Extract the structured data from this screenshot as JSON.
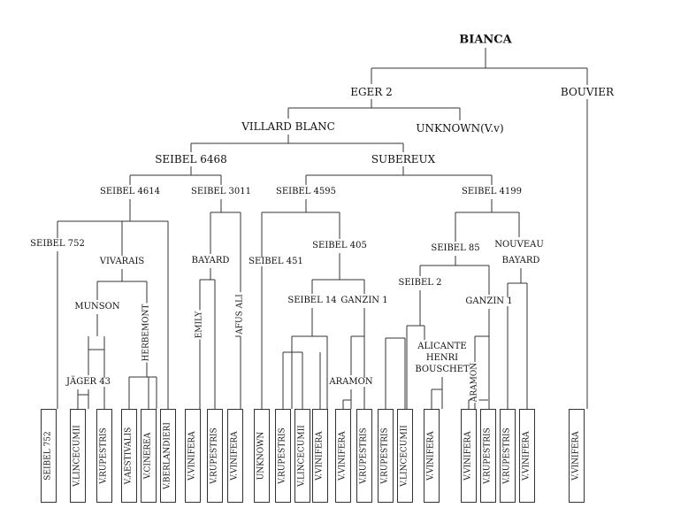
{
  "nodes": {
    "bianca": "BIANCA",
    "eger2": "EGER 2",
    "bouvier": "BOUVIER",
    "villard_blanc": "VILLARD BLANC",
    "unknown_vv": "UNKNOWN(V.v)",
    "seibel6468": "SEIBEL 6468",
    "subereux": "SUBEREUX",
    "seibel4614": "SEIBEL 4614",
    "seibel3011": "SEIBEL 3011",
    "seibel4595": "SEIBEL 4595",
    "seibel4199": "SEIBEL 4199",
    "seibel752": "SEIBEL 752",
    "vivarais": "VIVARAIS",
    "bayard": "BAYARD",
    "seibel451": "SEIBEL 451",
    "seibel405": "SEIBEL 405",
    "seibel85": "SEIBEL 85",
    "nouveau": "NOUVEAU",
    "bayard2": "BAYARD",
    "munson": "MUNSON",
    "herbemont": "HERBEMONT",
    "emily": "EMILY",
    "afus_ali": "AFUS ALI",
    "seibel14": "SEIBEL 14",
    "ganzin1a": "GANZIN 1",
    "seibel2": "SEIBEL 2",
    "ganzin1b": "GANZIN 1",
    "alicante": "ALICANTE",
    "henri": "HENRI",
    "bouschet": "BOUSCHET",
    "jager43": "JÄGER  43",
    "aramon1": "ARAMON",
    "aramon2": "ARAMON"
  },
  "leaves": [
    "SEIBEL 752",
    "V.LINCECUMII",
    "V.RUPESTRIS",
    "V.AESTIVALIS",
    "V.CINEREA",
    "V.BERLANDIERI",
    "V.VINIFERA",
    "V.RUPESTRIS",
    "V.VINIFERA",
    "UNKNOWN",
    "V.RUPESTRIS",
    "V.LINCECUMII",
    "V.VINIFERA",
    "V.VINIFERA",
    "V.RUPESTRIS",
    "V.RUPESTRIS",
    "V.LINCECUMII",
    "V.VINIFERA",
    "V.VINIFERA",
    "V.RUPESTRIS",
    "V.RUPESTRIS",
    "V.VINIFERA",
    "V.VINIFERA"
  ]
}
